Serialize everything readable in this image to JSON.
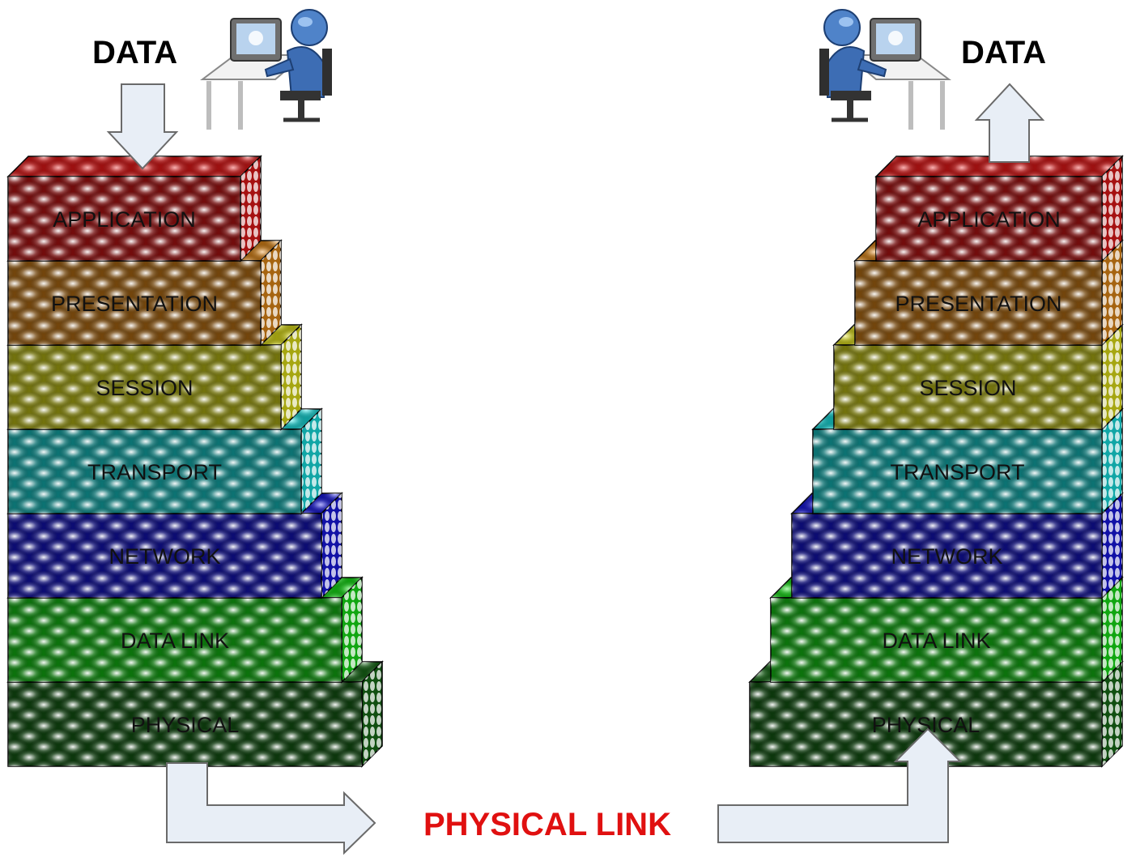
{
  "left_stack": {
    "data_label": "DATA",
    "layers": [
      {
        "name": "APPLICATION",
        "color": "#ff1a1a"
      },
      {
        "name": "PRESENTATION",
        "color": "#ff9a1a"
      },
      {
        "name": "SESSION",
        "color": "#ffff1a"
      },
      {
        "name": "TRANSPORT",
        "color": "#1affff"
      },
      {
        "name": "NETWORK",
        "color": "#1a1aff"
      },
      {
        "name": "DATA LINK",
        "color": "#1aff1a"
      },
      {
        "name": "PHYSICAL",
        "color": "#1a7a1a"
      }
    ]
  },
  "right_stack": {
    "data_label": "DATA",
    "layers": [
      {
        "name": "APPLICATION",
        "color": "#ff1a1a"
      },
      {
        "name": "PRESENTATION",
        "color": "#ff9a1a"
      },
      {
        "name": "SESSION",
        "color": "#ffff1a"
      },
      {
        "name": "TRANSPORT",
        "color": "#1affff"
      },
      {
        "name": "NETWORK",
        "color": "#1a1aff"
      },
      {
        "name": "DATA LINK",
        "color": "#1aff1a"
      },
      {
        "name": "PHYSICAL",
        "color": "#1a7a1a"
      }
    ]
  },
  "physical_link": {
    "label": "PHYSICAL LINK",
    "color": "#e01010"
  },
  "icons": {
    "left_user": "person-at-computer-icon",
    "right_user": "person-at-computer-icon"
  },
  "colors": {
    "arrow_fill": "#e8eef6",
    "arrow_stroke": "#6a6a6a"
  }
}
